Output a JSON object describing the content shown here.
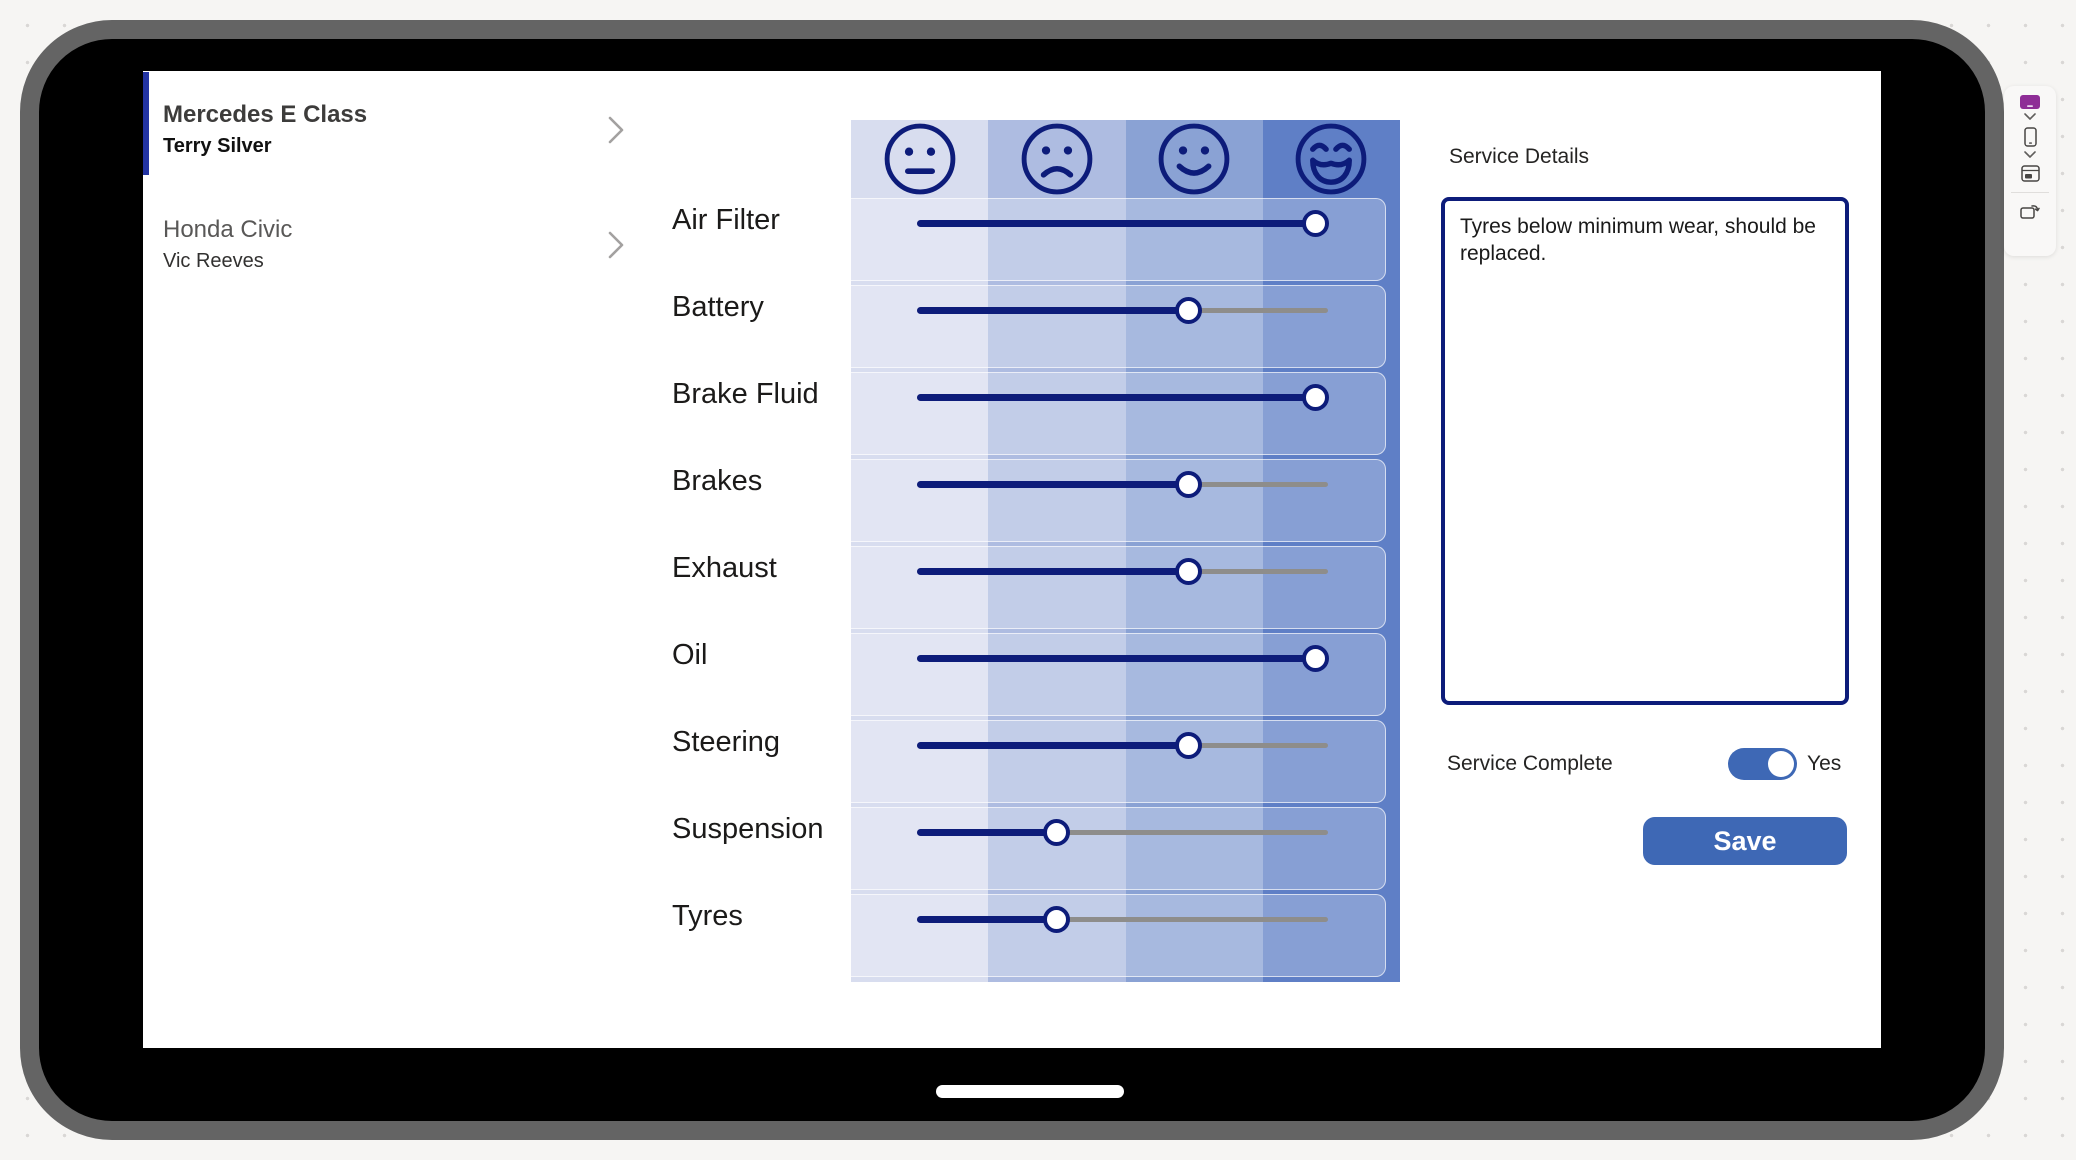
{
  "device": {
    "type": "tablet-mockup",
    "frame_color": "#646464",
    "bezel_color": "#000000",
    "home_indicator": true
  },
  "vehicles": [
    {
      "model": "Mercedes E Class",
      "owner": "Terry Silver",
      "selected": true
    },
    {
      "model": "Honda Civic",
      "owner": "Vic Reeves",
      "selected": false
    }
  ],
  "ratings": {
    "scale_icons": [
      "neutral-face",
      "sad-face",
      "happy-face",
      "laughing-face"
    ],
    "band_colors": [
      "#d8ddef",
      "#aebce1",
      "#8aa2d4",
      "#5f7fc6"
    ],
    "track_color": "#0d1c7a",
    "rest_color": "#8e8d8b",
    "items": [
      {
        "label": "Air Filter",
        "value": 4,
        "percent": 97
      },
      {
        "label": "Battery",
        "value": 3,
        "percent": 66
      },
      {
        "label": "Brake Fluid",
        "value": 4,
        "percent": 97
      },
      {
        "label": "Brakes",
        "value": 3,
        "percent": 66
      },
      {
        "label": "Exhaust",
        "value": 3,
        "percent": 66
      },
      {
        "label": "Oil",
        "value": 4,
        "percent": 97
      },
      {
        "label": "Steering",
        "value": 3,
        "percent": 66
      },
      {
        "label": "Suspension",
        "value": 2,
        "percent": 34
      },
      {
        "label": "Tyres",
        "value": 2,
        "percent": 34
      }
    ]
  },
  "service": {
    "details_label": "Service Details",
    "details_text": "Tyres below minimum wear, should be replaced.",
    "complete_label": "Service Complete",
    "complete_value": "Yes",
    "toggle_on": true,
    "save_label": "Save",
    "accent_color": "#3e68b5"
  },
  "preview_toolbar": {
    "icons": [
      "tablet-orientation-icon",
      "chevron-down-icon",
      "phone-icon",
      "chevron-down-icon",
      "browser-window-icon",
      "rotate-device-icon"
    ],
    "active_color": "#8e2d96"
  }
}
